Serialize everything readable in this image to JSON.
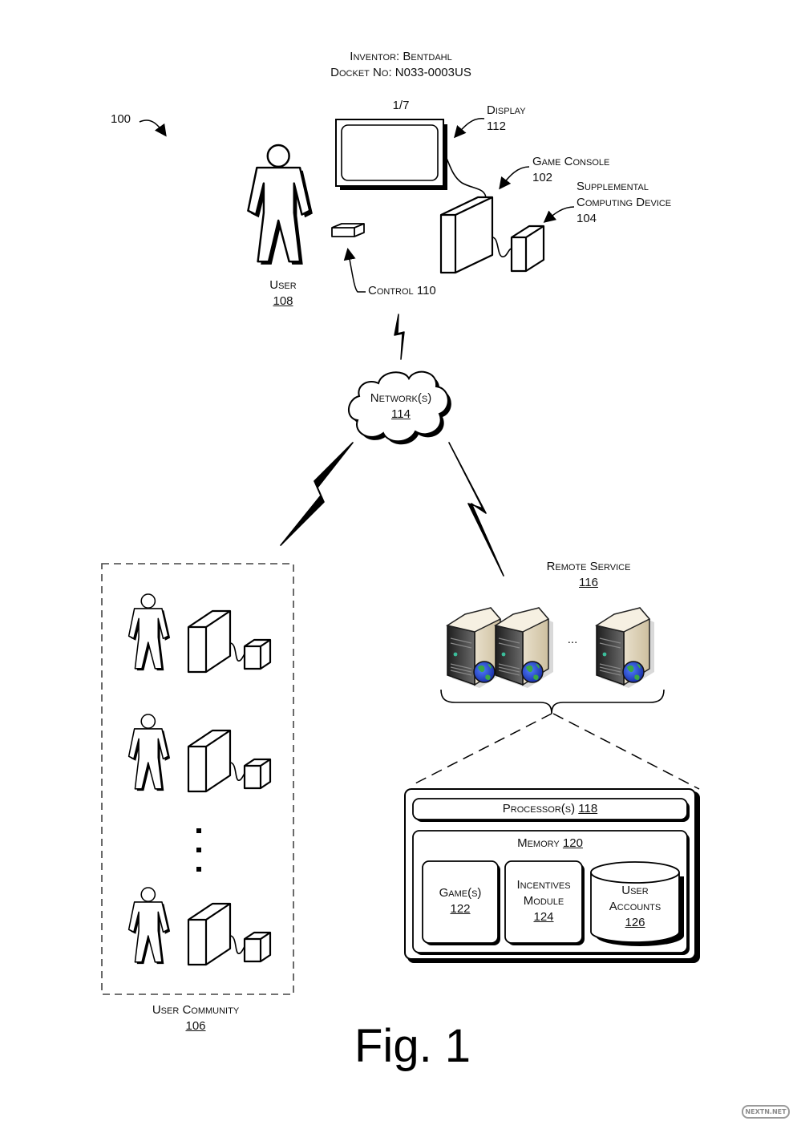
{
  "header": {
    "inventor": "Inventor: Bentdahl",
    "docket": "Docket No: N033-0003US",
    "sheet": "1/7"
  },
  "figure_ref": "100",
  "labels": {
    "display": {
      "name": "Display",
      "num": "112"
    },
    "game_console": {
      "name": "Game Console",
      "num": "102"
    },
    "supplemental": {
      "name1": "Supplemental",
      "name2": "Computing Device",
      "num": "104"
    },
    "user": {
      "name": "User",
      "num": "108"
    },
    "control": {
      "text": "Control 110"
    },
    "network": {
      "name": "Network(s)",
      "num": "114"
    },
    "remote_service": {
      "name": "Remote Service",
      "num": "116"
    },
    "servers_ellipsis": "...",
    "user_community": {
      "name": "User Community",
      "num": "106"
    },
    "processor": {
      "name": "Processor(s) ",
      "num": "118"
    },
    "memory": {
      "name": "Memory ",
      "num": "120"
    },
    "games": {
      "name": "Game(s)",
      "num": "122"
    },
    "incentives": {
      "name1": "Incentives",
      "name2": "Module",
      "num": "124"
    },
    "user_accounts": {
      "name1": "User",
      "name2": "Accounts",
      "num": "126"
    }
  },
  "caption": "Fig. 1",
  "watermark": "NEXTN.NET",
  "colors": {
    "line": "#000000",
    "server_body": "#e2d6bd",
    "server_front": "#2b2b2b",
    "globe_ocean": "#2a4fd0",
    "globe_land": "#2f9a3a"
  }
}
